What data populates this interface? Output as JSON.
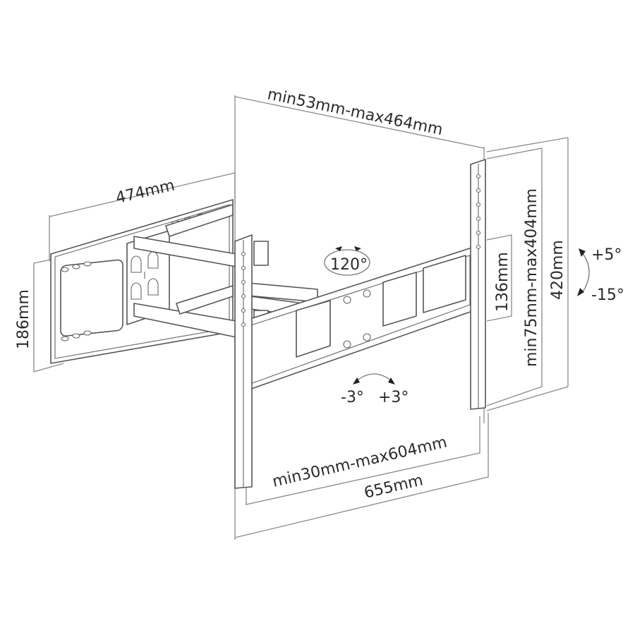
{
  "diagram": {
    "title": "Full-motion TV wall mount dimension drawing",
    "labels": {
      "arm_extension": "min53mm-max464mm",
      "wall_plate_width": "474mm",
      "wall_plate_height": "186mm",
      "tv_bracket_hole_spacing_horizontal": "min30mm-max604mm",
      "tv_bracket_width": "655mm",
      "center_bar_height": "136mm",
      "tv_bracket_hole_spacing_vertical": "min75mm-max404mm",
      "tv_bracket_height": "420mm",
      "swivel_angle": "120°",
      "tilt_up": "+5°",
      "tilt_down": "-15°",
      "level_left": "-3°",
      "level_right": "+3°"
    },
    "colors": {
      "line": "#555555",
      "dimension_line": "#8a8a8a",
      "text": "#2a2a2a",
      "background": "#ffffff"
    }
  }
}
